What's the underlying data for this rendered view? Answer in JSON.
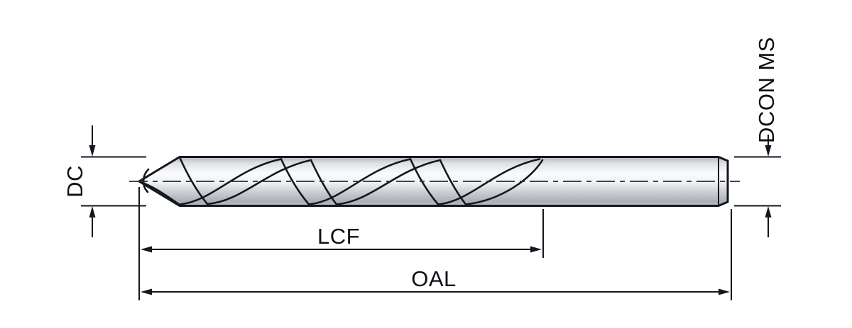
{
  "labels": {
    "dc": "DC",
    "dcon_ms": "DCON MS",
    "lcf": "LCF",
    "oal": "OAL"
  },
  "colors": {
    "background": "#ffffff",
    "outline": "#16161f",
    "dimension_line": "#16161f",
    "text": "#0e0e15",
    "body_highlight": "#fbfcfc",
    "body_shadow": "#aab0b5"
  }
}
